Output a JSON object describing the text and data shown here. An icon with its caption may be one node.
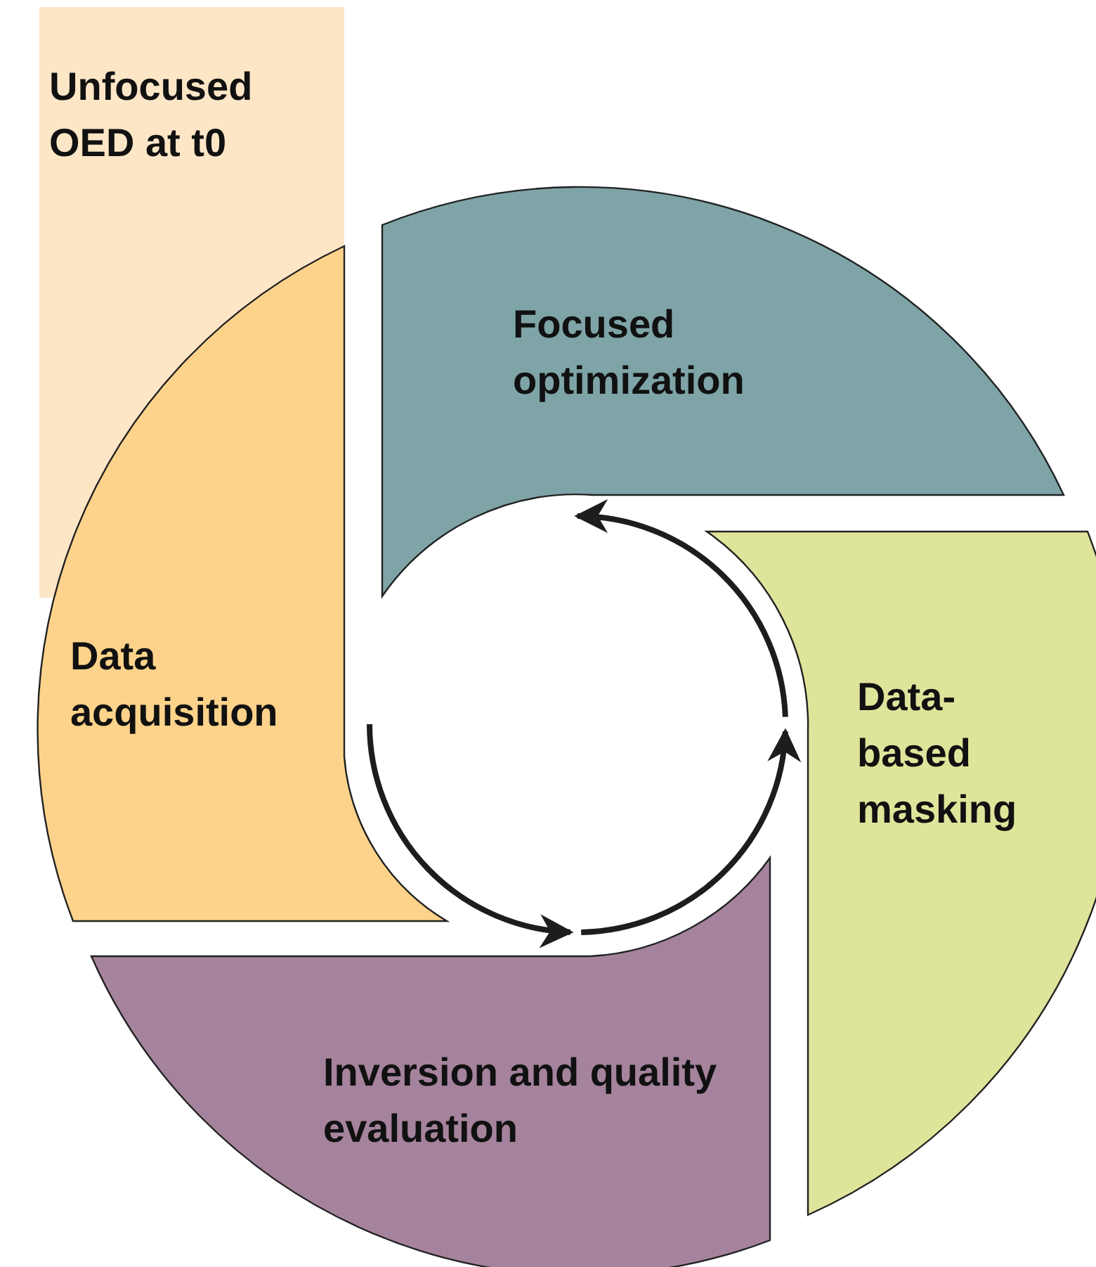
{
  "diagram": {
    "nodes": [
      {
        "text": [
          "Unfocused OED at t0"
        ]
      },
      {
        "text": [
          "Focused optimization"
        ]
      },
      {
        "text": [
          "Data-based masking"
        ]
      },
      {
        "text": [
          "Inversion and quality evaluation"
        ]
      },
      {
        "text": [
          "Data acquisition"
        ]
      }
    ],
    "edges": [
      {
        "from": 4,
        "to": 3,
        "arrow": "to"
      },
      {
        "from": 3,
        "to": 2,
        "arrow": "to"
      },
      {
        "from": 2,
        "to": 1,
        "arrow": "to"
      }
    ]
  }
}
